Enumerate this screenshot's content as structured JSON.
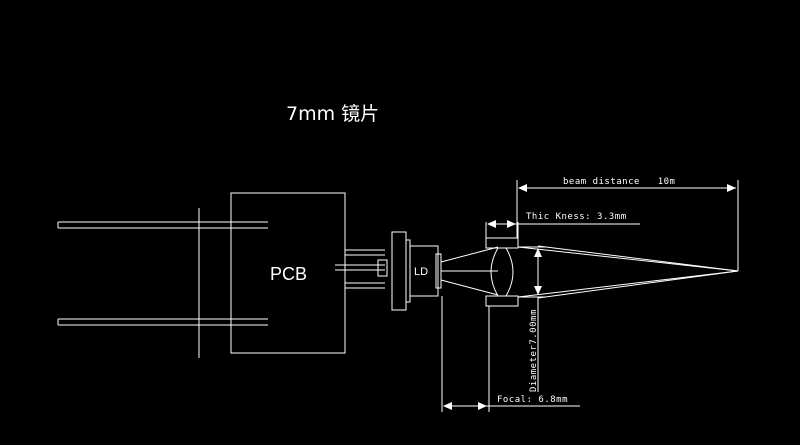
{
  "title": "7mm 镜片",
  "labels": {
    "pcb": "PCB",
    "ld": "LD",
    "beam_distance": "beam distance   10m",
    "thickness": "Thic Kness: 3.3mm",
    "diameter": "Diameter7.00mm",
    "focal": "Focal: 6.8mm"
  },
  "colors": {
    "background": "#000000",
    "lines": "#ffffff"
  }
}
